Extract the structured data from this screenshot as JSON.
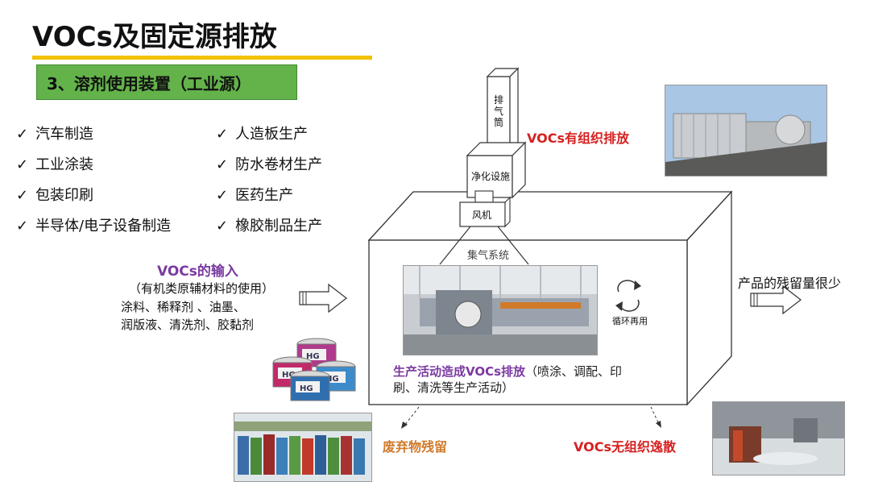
{
  "title": "VOCs及固定源排放",
  "section": "3、溶剂使用装置（工业源）",
  "industries_left": [
    "汽车制造",
    "工业涂装",
    "包装印刷",
    "半导体/电子设备制造"
  ],
  "industries_right": [
    "人造板生产",
    "防水卷材生产",
    "医药生产",
    "橡胶制品生产"
  ],
  "check_mark": "✓",
  "stack_label": "排\n气\n筒",
  "organized_emission": "VOCs有组织排放",
  "purification": "净化设施",
  "fan": "风机",
  "collection": "集气系统",
  "input_title": "VOCs的输入",
  "input_sub": "（有机类原辅材料的使用）",
  "input_line1": "涂料、稀释剂 、油墨、",
  "input_line2": "润版液、清洗剂、胶黏剂",
  "recycle": "循环再用",
  "process_emission_highlight": "生产活动造成VOCs排放",
  "process_emission_rest1": "（喷涂、调配、印",
  "process_emission_rest2": "刷、清洗等生产活动）",
  "product_residue": "产品的残留量很少",
  "waste_residue": "废弃物残留",
  "fugitive_emission": "VOCs无组织逸散",
  "can_label": "HG",
  "colors": {
    "accent_yellow": "#f2c200",
    "section_green": "#63b34a",
    "emission_red": "#d62020",
    "input_purple": "#7a3aa0",
    "waste_orange": "#d07a2a"
  }
}
